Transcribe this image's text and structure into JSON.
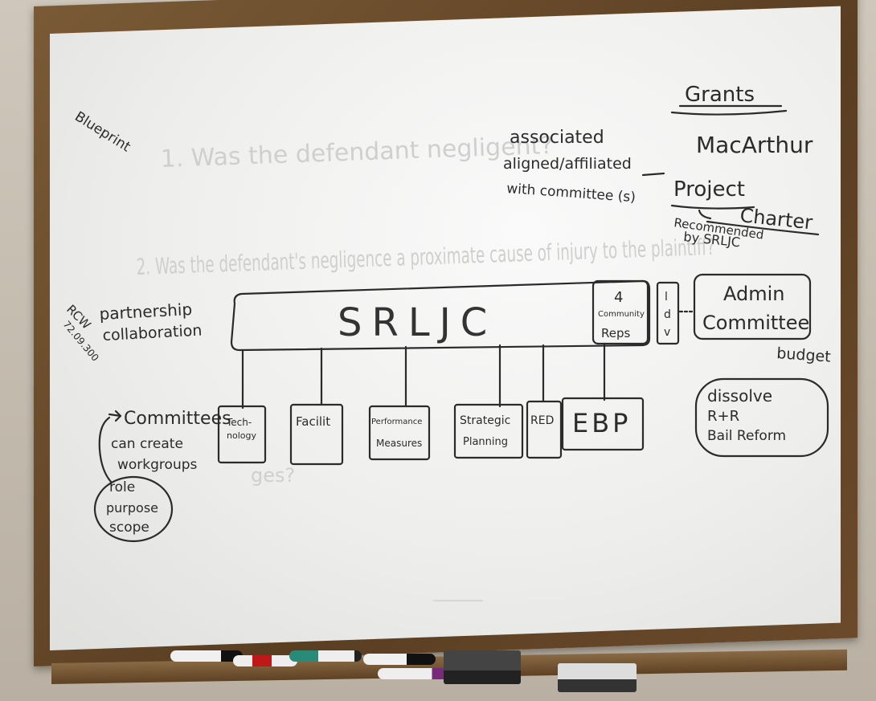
{
  "board": {
    "corner_note": "Blueprint",
    "faded_q1": "1. Was the defendant negligent?",
    "faded_q2": "2. Was the defendant's negligence a proximate cause of injury to the plaintiff?",
    "faded_q3": "ges?",
    "grants_title": "Grants",
    "grants_item": "MacArthur",
    "assoc_line1": "associated",
    "assoc_line2": "aligned/affiliated",
    "assoc_line3": "with committee (s)",
    "project_line1": "Project",
    "project_line2": "Charter",
    "recommended_line1": "Recommended",
    "recommended_line2": "by SRLJC",
    "rcw_line1": "RCW",
    "rcw_line2": "72.09.300",
    "partner_line1": "partnership",
    "partner_line2": "collaboration",
    "main_label": "SRLJC",
    "reps_line1": "4",
    "reps_line2": "Community",
    "reps_line3": "Reps",
    "small_box_line1": "l",
    "small_box_line2": "d",
    "small_box_line3": "v",
    "admin_line1": "Admin",
    "admin_line2": "Committee",
    "budget": "budget",
    "dissolve_line1": "dissolve",
    "dissolve_line2": "R+R",
    "dissolve_line3": "Bail Reform",
    "committees_line1": "Committees",
    "committees_line2": "can create",
    "committees_line3": "workgroups",
    "role_line1": "role",
    "role_line2": "purpose",
    "role_line3": "scope",
    "sub1_line1": "Tech-",
    "sub1_line2": "nology",
    "sub2": "Facilit",
    "sub3_line1": "Performance",
    "sub3_line2": "Measures",
    "sub4_line1": "Strategic",
    "sub4_line2": "Planning",
    "sub5": "RED",
    "sub6": "EBP"
  },
  "colors": {
    "marker_ink": "#2b2b2b",
    "faded_ink": "#c8c8c6",
    "frame_wood": "#6b4a2b"
  }
}
